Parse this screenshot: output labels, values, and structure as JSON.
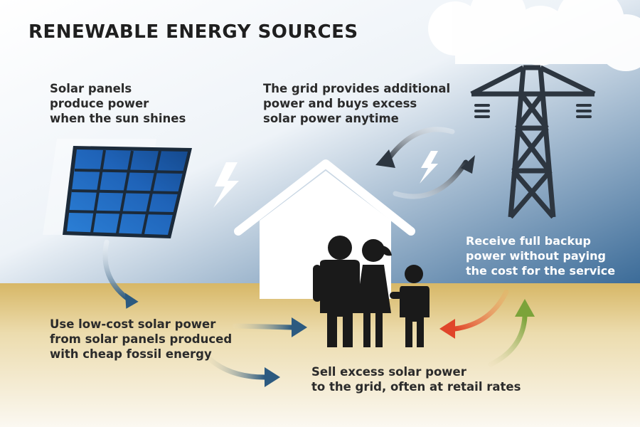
{
  "title": "RENEWABLE ENERGY SOURCES",
  "labels": {
    "solar": [
      "Solar panels",
      "produce power",
      "when the sun shines"
    ],
    "grid": [
      "The grid provides additional",
      "power and buys excess",
      "solar power anytime"
    ],
    "backup": [
      "Receive full backup",
      "power without paying",
      "the cost for the service"
    ],
    "use": [
      "Use low-cost solar power",
      "from solar panels produced",
      "with cheap fossil energy"
    ],
    "sell": [
      "Sell excess solar power",
      "to the grid, often at retail rates"
    ]
  },
  "icons": [
    "solar-panel-icon",
    "lightning-bolt-icon",
    "house-icon",
    "family-icon",
    "power-tower-icon",
    "cloud-icon",
    "exchange-arrows-icon"
  ],
  "colors": {
    "sky_top": "#ffffff",
    "sky_bottom": "#3f6f9c",
    "ground_top": "#d8b86a",
    "ground_bottom": "#f7f3ea",
    "panel_blue": "#1e5fb0",
    "panel_frame": "#1b2a3a",
    "silhouette": "#1a1a1a",
    "tower": "#2d3640",
    "arrow_blue": "#2c5a80",
    "arrow_red": "#e0452a",
    "arrow_green": "#7ba33a"
  }
}
